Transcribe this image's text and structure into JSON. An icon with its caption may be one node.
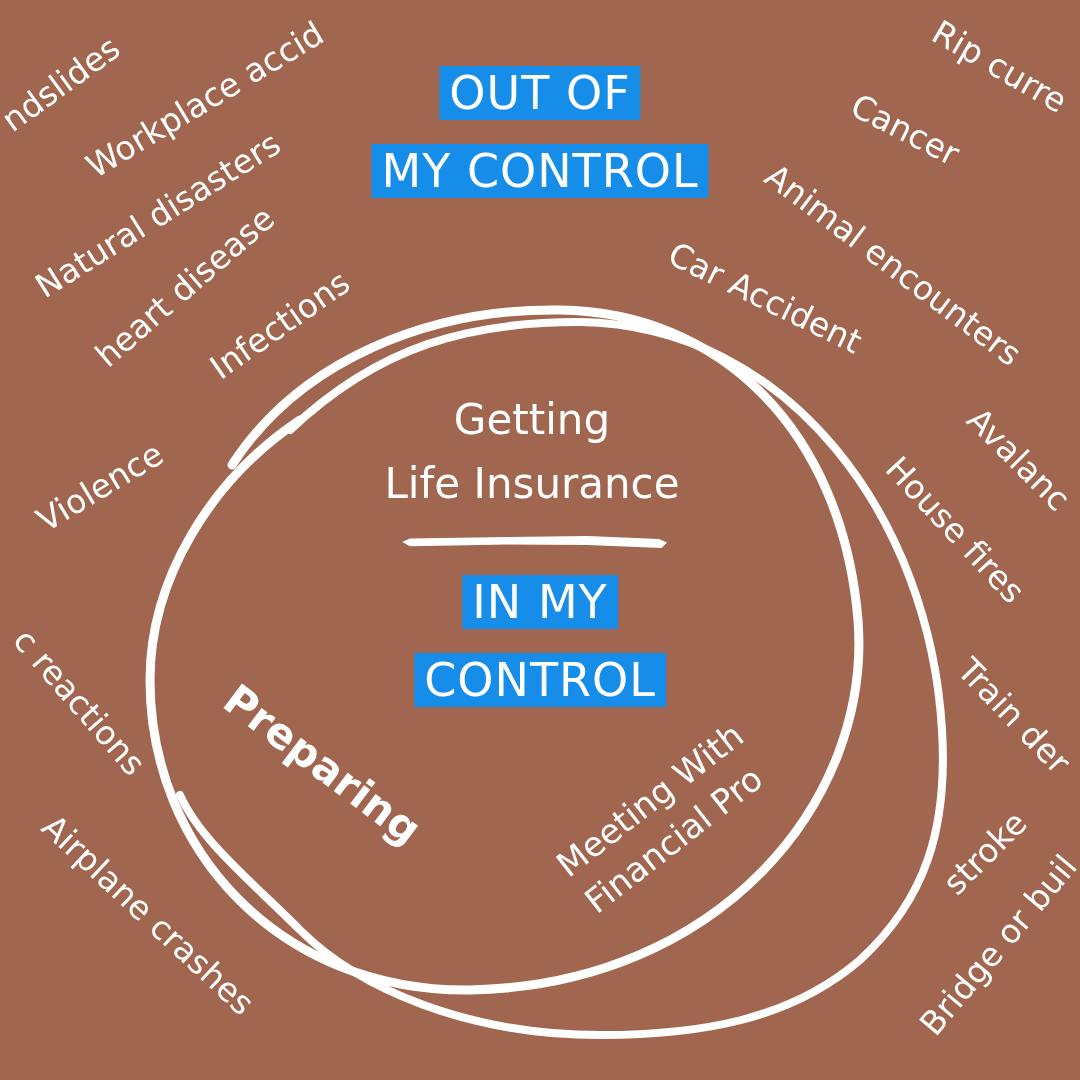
{
  "diagram": {
    "title": "OUT OF MY CONTROL",
    "nodes": [
      {
        "text": [
          "Getting Life Insurance",
          "IN MY CONTROL",
          "Preparing",
          "Meeting With Financial Pro"
        ]
      }
    ],
    "labels": [
      "ndslides",
      "Workplace accid",
      "Rip curre",
      "Cancer",
      "Natural disasters",
      "Animal encounters",
      "heart disease",
      "Car Accident",
      "Infections",
      "Avalanc",
      "Violence",
      "House fires",
      "c reactions",
      "Train der",
      "stroke",
      "Airplane crashes",
      "Bridge or buil"
    ]
  }
}
